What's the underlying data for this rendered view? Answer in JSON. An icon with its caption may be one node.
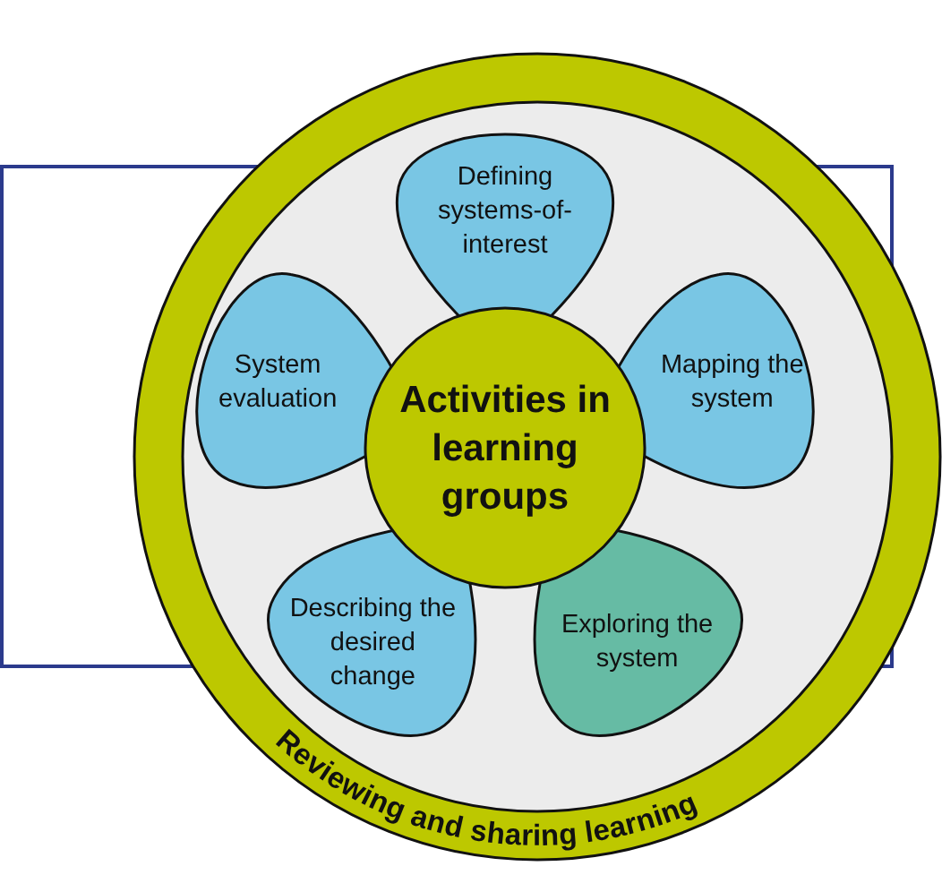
{
  "diagram": {
    "nodes": [
      {
        "text": [
          "Reviewing and sharing learning"
        ]
      },
      {
        "text": [
          "Activities in learning groups"
        ],
        "in": 0
      },
      {
        "text": [
          "Defining systems-of-interest"
        ],
        "in": 0
      },
      {
        "text": [
          "Mapping the system"
        ],
        "in": 0
      },
      {
        "text": [
          "Exploring the system"
        ],
        "in": 0
      },
      {
        "text": [
          "Describing the desired change"
        ],
        "in": 0
      },
      {
        "text": [
          "System evaluation"
        ],
        "in": 0
      }
    ]
  }
}
